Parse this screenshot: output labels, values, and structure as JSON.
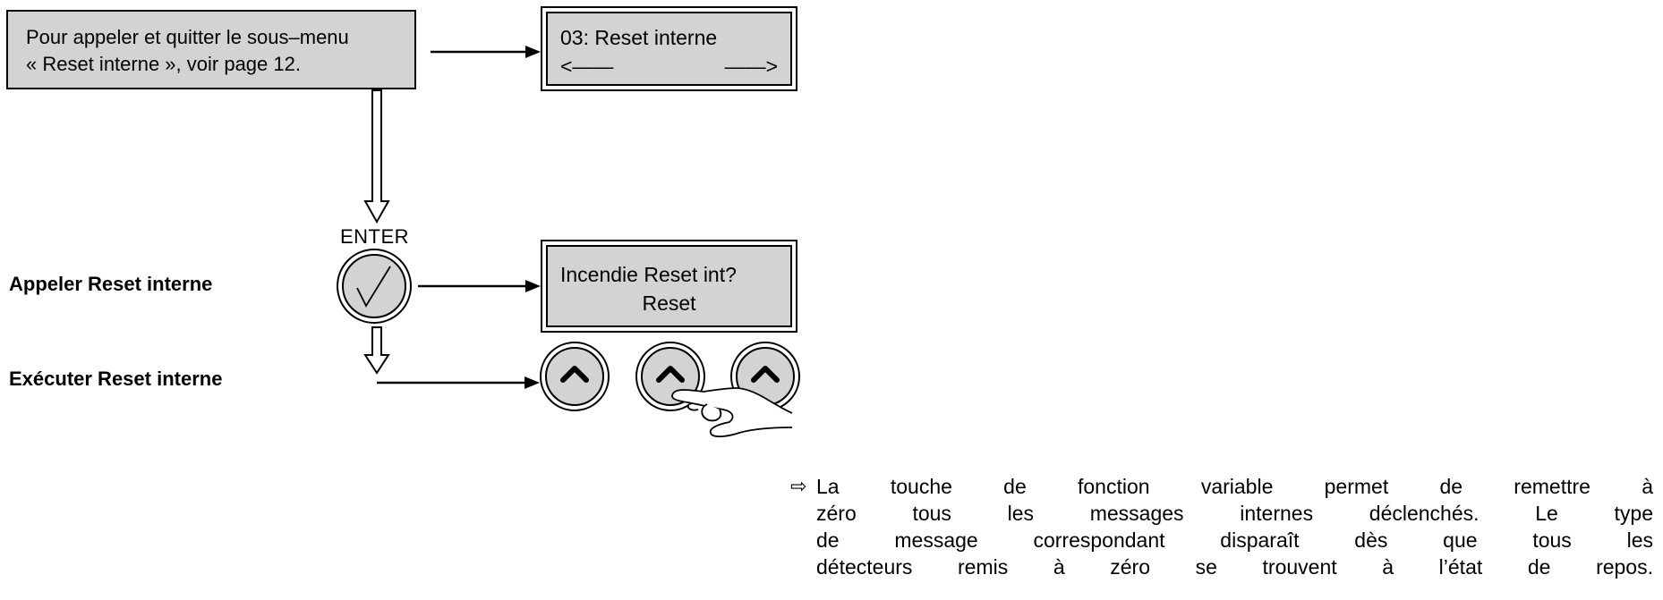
{
  "info_box": {
    "line1": "Pour appeler et quitter le sous–menu",
    "line2": "« Reset interne », voir page 12."
  },
  "display_menu": {
    "line1": "03: Reset interne",
    "left_arrow": "<——",
    "right_arrow": "——>"
  },
  "enter_key": {
    "label": "ENTER",
    "icon": "checkmark-icon"
  },
  "display_confirm": {
    "line1": "Incendie Reset int?",
    "line2": "Reset"
  },
  "steps": {
    "call_label": "Appeler Reset interne",
    "execute_label": "Exécuter Reset interne"
  },
  "function_keys": [
    {
      "icon": "chevron-up-icon"
    },
    {
      "icon": "chevron-up-icon"
    },
    {
      "icon": "chevron-up-icon"
    }
  ],
  "note": {
    "arrow": "⇨",
    "lines": [
      "La touche de fonction variable permet de remettre à",
      "zéro tous les messages internes déclenchés. Le type",
      "de message correspondant disparaît dès que tous les",
      "détecteurs remis à zéro se trouvent à l’état de repos."
    ]
  },
  "colors": {
    "box_fill": "#d3d3d3",
    "stroke": "#000000"
  }
}
